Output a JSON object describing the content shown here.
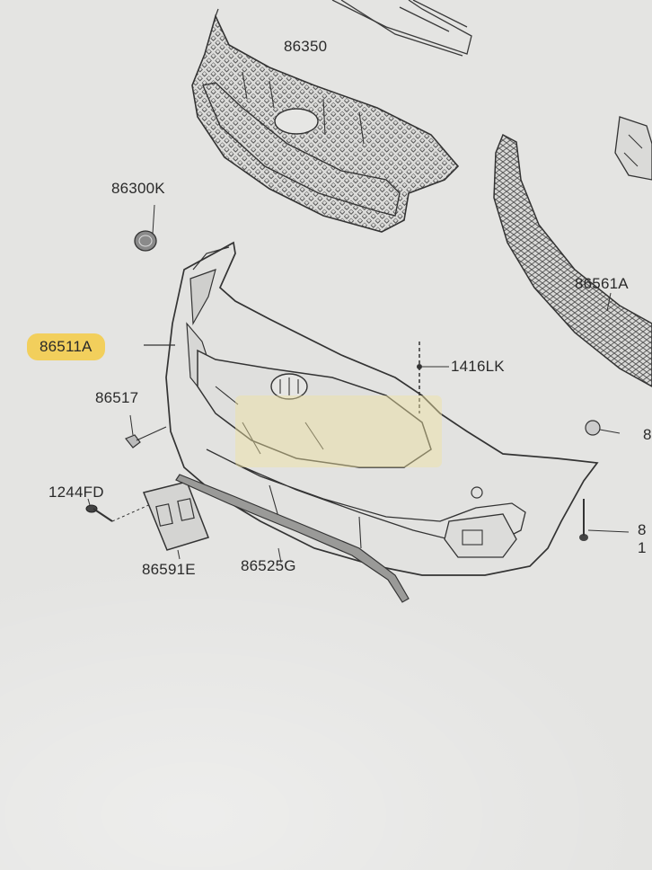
{
  "labels": {
    "grille": "86350",
    "emblem": "86300K",
    "bumper_cover": "86511A",
    "retainer": "1416LK",
    "clip": "86517",
    "screw": "1244FD",
    "plate_bracket": "86591E",
    "lower_strip": "86525G",
    "rear_grille": "86561A",
    "right_edge_top": "8",
    "right_edge_mid": "8",
    "right_edge_low": "1"
  },
  "colors": {
    "paper": "#e4e4e2",
    "ink": "#3a3a3a",
    "highlight": "#f2cf5c",
    "watermark": "#e9d98a"
  }
}
